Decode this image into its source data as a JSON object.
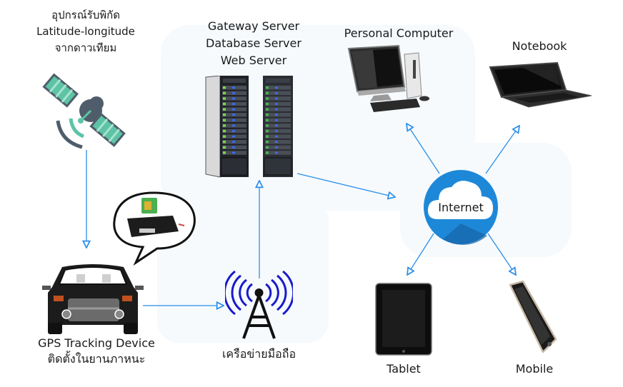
{
  "diagram": {
    "nodes": {
      "satellite": {
        "lines": [
          "อุปกรณ์รับพิกัด",
          "Latitude-longitude",
          "จากดาวเทียม"
        ],
        "icon": "satellite-icon"
      },
      "servers": {
        "lines": [
          "Gateway Server",
          "Database Server",
          "Web Server"
        ],
        "icon": "server-rack-icon"
      },
      "personal_computer": {
        "label": "Personal Computer",
        "icon": "desktop-computer-icon"
      },
      "notebook": {
        "label": "Notebook",
        "icon": "laptop-icon"
      },
      "internet": {
        "label": "Internet",
        "icon": "cloud-icon"
      },
      "gps_device": {
        "lines": [
          "GPS Tracking Device",
          "ติดตั้งในยานภาหนะ"
        ],
        "icon": "car-icon",
        "callout_icon": "gps-tracker-icon"
      },
      "cell_network": {
        "label": "เครือข่ายมือถือ",
        "icon": "cell-tower-icon"
      },
      "tablet": {
        "label": "Tablet",
        "icon": "tablet-icon"
      },
      "mobile": {
        "label": "Mobile",
        "icon": "smartphone-icon"
      }
    },
    "links": [
      {
        "from": "satellite",
        "to": "gps_device"
      },
      {
        "from": "gps_device",
        "to": "cell_network"
      },
      {
        "from": "cell_network",
        "to": "servers"
      },
      {
        "from": "servers",
        "to": "internet"
      },
      {
        "from": "internet",
        "to": "personal_computer"
      },
      {
        "from": "internet",
        "to": "notebook"
      },
      {
        "from": "internet",
        "to": "tablet"
      },
      {
        "from": "internet",
        "to": "mobile"
      }
    ],
    "colors": {
      "link": "#2b8ee8",
      "cloud_circle": "#1e88d8",
      "tower_waves": "#1a1acc",
      "satellite_panel": "#5cc4a4",
      "satellite_body": "#4f5d6b"
    }
  }
}
